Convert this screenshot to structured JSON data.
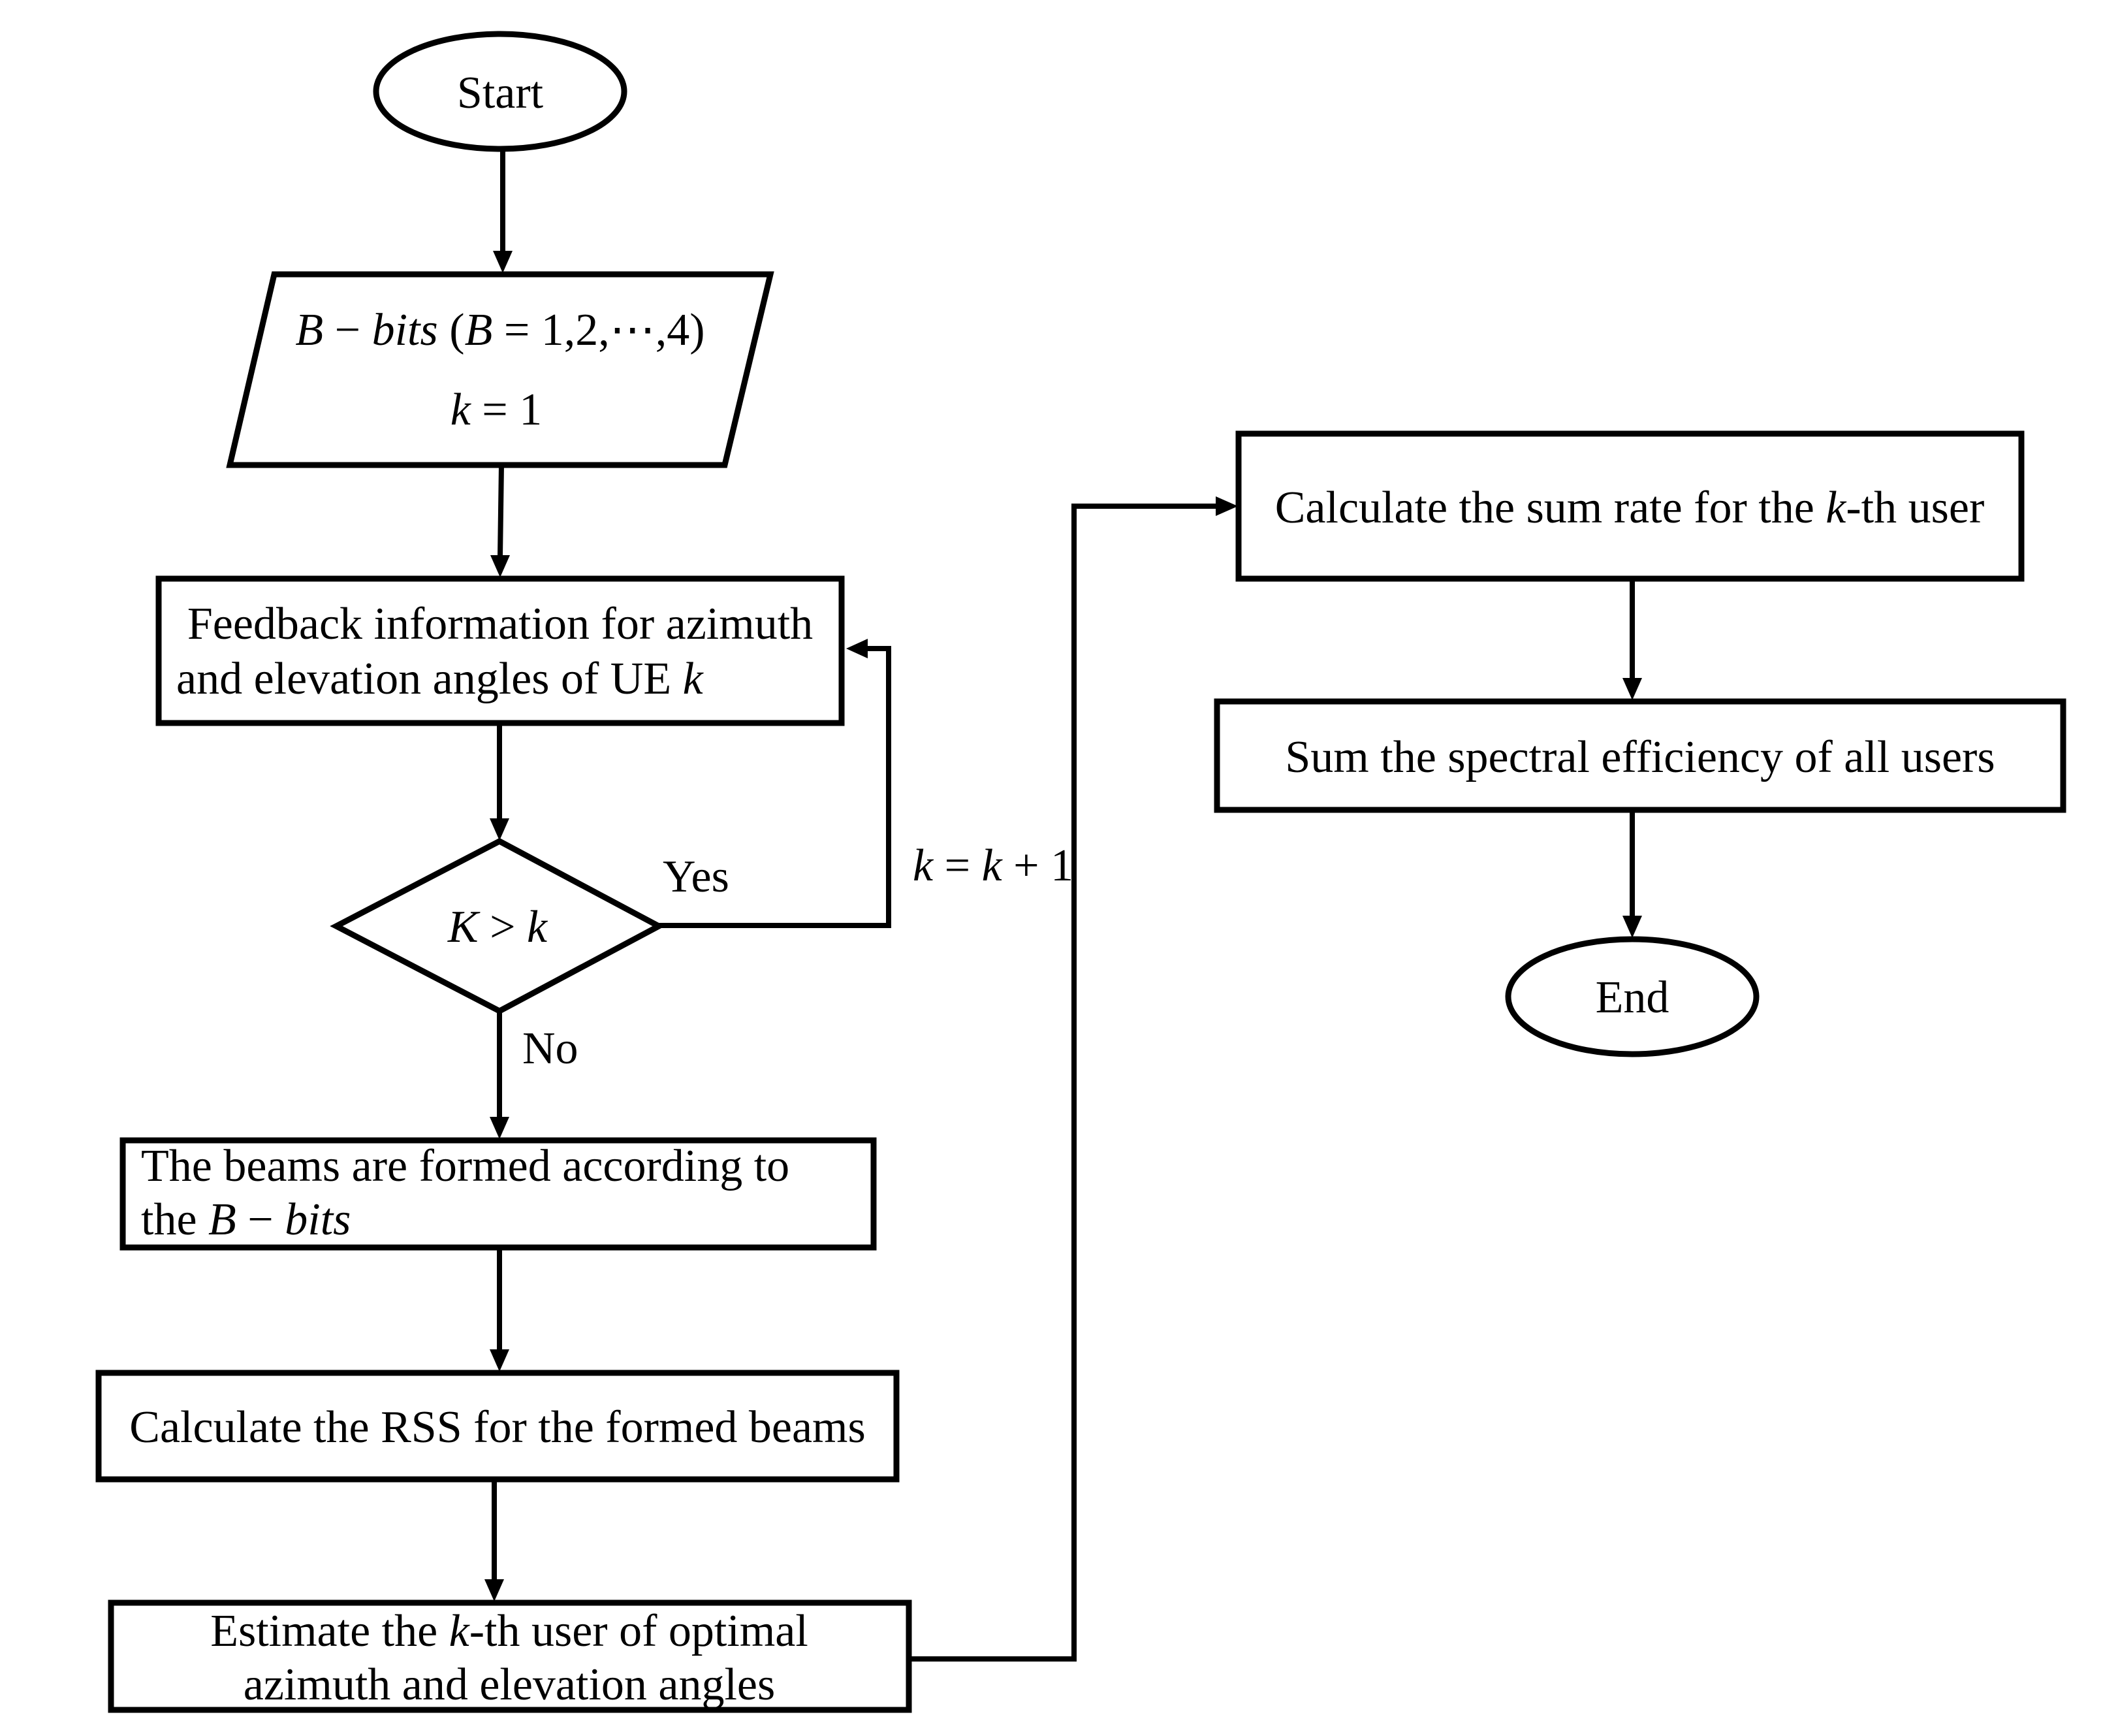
{
  "nodes": {
    "start": {
      "label": "Start"
    },
    "input": {
      "line1": {
        "sym": "B",
        "op": " − ",
        "italic": "bits",
        "paren_open": " (",
        "sym2": "B",
        "rest": " = 1,2,⋯,4)"
      },
      "line2": {
        "sym": "k",
        "rest": " = 1"
      }
    },
    "feedback": {
      "line1": "Feedback information for azimuth",
      "line2_text": "and elevation angles of UE ",
      "line2_var": "k"
    },
    "decision": {
      "sym1": "K",
      "op": " > ",
      "sym2": "k"
    },
    "beams": {
      "line1": "The beams are formed according to",
      "line2_text": "the  ",
      "line2_var1": "B",
      "line2_op": " − ",
      "line2_var2": "bits"
    },
    "rss": {
      "label": "Calculate the RSS for the formed beams"
    },
    "estimate": {
      "line1_pre": "Estimate the  ",
      "line1_var": "k",
      "line1_post": "-th user of optimal",
      "line2": "azimuth and elevation angles"
    },
    "sumrate": {
      "pre": "Calculate the sum rate for the  ",
      "var": "k",
      "post": "-th user"
    },
    "spectral": {
      "label": "Sum the spectral efficiency of all users"
    },
    "end": {
      "label": "End"
    }
  },
  "edge_labels": {
    "yes": "Yes",
    "no": "No",
    "increment": {
      "var1": "k",
      "eq": " = ",
      "var2": "k",
      "rest": " + 1"
    }
  },
  "colors": {
    "stroke": "#000000",
    "fill": "#ffffff"
  }
}
